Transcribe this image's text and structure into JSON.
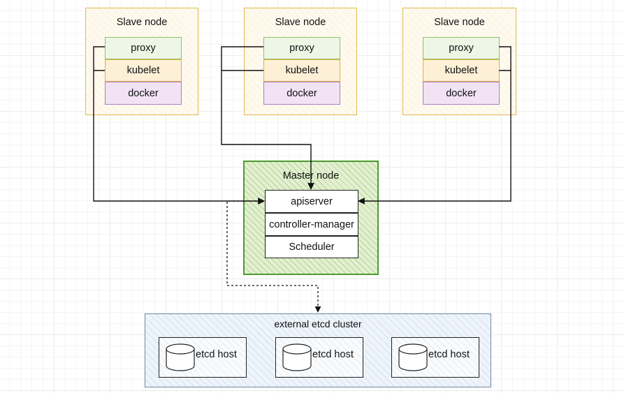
{
  "slave_nodes": [
    {
      "title": "Slave node",
      "proxy": "proxy",
      "kubelet": "kubelet",
      "docker": "docker"
    },
    {
      "title": "Slave node",
      "proxy": "proxy",
      "kubelet": "kubelet",
      "docker": "docker"
    },
    {
      "title": "Slave node",
      "proxy": "proxy",
      "kubelet": "kubelet",
      "docker": "docker"
    }
  ],
  "master_node": {
    "title": "Master node",
    "components": [
      "apiserver",
      "controller-manager",
      "Scheduler"
    ]
  },
  "etcd_cluster": {
    "title": "external etcd cluster",
    "hosts": [
      "etcd host",
      "etcd host",
      "etcd host"
    ]
  },
  "colors": {
    "slave_border": "#e3b84c",
    "proxy": "#85c56b",
    "kubelet": "#e6ad3f",
    "docker": "#ad7cc2",
    "master_border": "#4e9a2f",
    "etcd_border": "#6d87a7"
  },
  "icons": [
    "database-icon"
  ]
}
